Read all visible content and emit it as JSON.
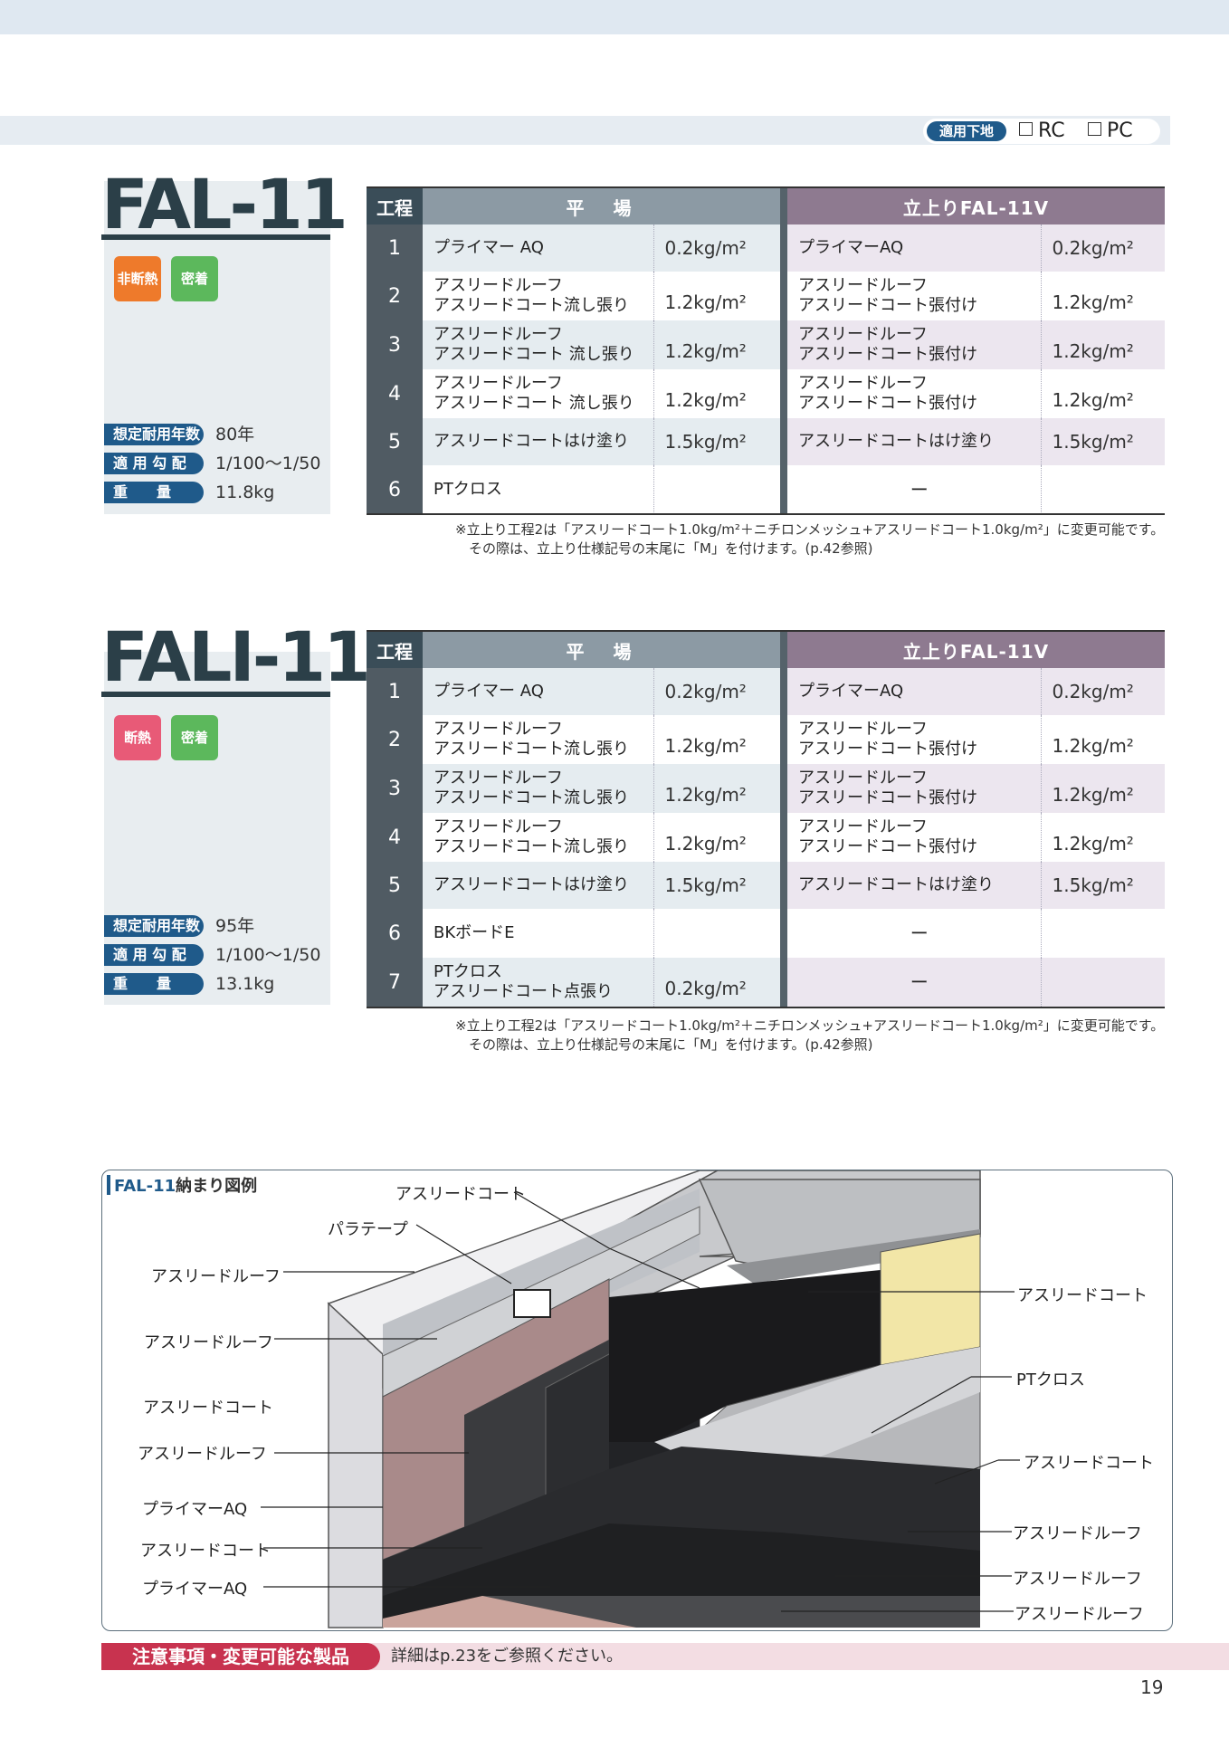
{
  "header": {
    "base_label": "適用下地",
    "options": [
      "RC",
      "PC"
    ]
  },
  "spec1": {
    "title": "FAL-11",
    "badges": [
      "非断熱",
      "密着"
    ],
    "attrs": [
      {
        "label": "想定耐用年数",
        "value": "80年"
      },
      {
        "label": "適 用 勾 配",
        "value": "1/100〜1/50"
      },
      {
        "label": "重　　量",
        "value": "11.8kg"
      }
    ],
    "col_proc": "工程",
    "col_flat": "平　場",
    "col_up": "立上りFAL-11V",
    "rows": [
      {
        "no": "1",
        "flat": "プライマー AQ",
        "flat_qty": "0.2kg/m²",
        "up": "プライマーAQ",
        "up_qty": "0.2kg/m²"
      },
      {
        "no": "2",
        "flat": "アスリードルーフ\nアスリードコート流し張り",
        "flat_qty": "1.2kg/m²",
        "up": "アスリードルーフ\nアスリードコート張付け",
        "up_qty": "1.2kg/m²"
      },
      {
        "no": "3",
        "flat": "アスリードルーフ\nアスリードコート 流し張り",
        "flat_qty": "1.2kg/m²",
        "up": "アスリードルーフ\nアスリードコート張付け",
        "up_qty": "1.2kg/m²"
      },
      {
        "no": "4",
        "flat": "アスリードルーフ\nアスリードコート 流し張り",
        "flat_qty": "1.2kg/m²",
        "up": "アスリードルーフ\nアスリードコート張付け",
        "up_qty": "1.2kg/m²"
      },
      {
        "no": "5",
        "flat": "アスリードコートはけ塗り",
        "flat_qty": "1.5kg/m²",
        "up": "アスリードコートはけ塗り",
        "up_qty": "1.5kg/m²"
      },
      {
        "no": "6",
        "flat": "PTクロス",
        "flat_qty": "",
        "up": "ー",
        "up_qty": ""
      }
    ],
    "note1": "※立上り工程2は「アスリードコート1.0kg/m²＋ニチロンメッシュ+アスリードコート1.0kg/m²」に変更可能です。",
    "note2": "その際は、立上り仕様記号の末尾に「M」を付けます。(p.42参照)"
  },
  "spec2": {
    "title": "FALI-11",
    "badges": [
      "断熱",
      "密着"
    ],
    "attrs": [
      {
        "label": "想定耐用年数",
        "value": "95年"
      },
      {
        "label": "適 用 勾 配",
        "value": "1/100〜1/50"
      },
      {
        "label": "重　　量",
        "value": "13.1kg"
      }
    ],
    "col_proc": "工程",
    "col_flat": "平　場",
    "col_up": "立上りFAL-11V",
    "rows": [
      {
        "no": "1",
        "flat": "プライマー AQ",
        "flat_qty": "0.2kg/m²",
        "up": "プライマーAQ",
        "up_qty": "0.2kg/m²"
      },
      {
        "no": "2",
        "flat": "アスリードルーフ\nアスリードコート流し張り",
        "flat_qty": "1.2kg/m²",
        "up": "アスリードルーフ\nアスリードコート張付け",
        "up_qty": "1.2kg/m²"
      },
      {
        "no": "3",
        "flat": "アスリードルーフ\nアスリードコート流し張り",
        "flat_qty": "1.2kg/m²",
        "up": "アスリードルーフ\nアスリードコート張付け",
        "up_qty": "1.2kg/m²"
      },
      {
        "no": "4",
        "flat": "アスリードルーフ\nアスリードコート流し張り",
        "flat_qty": "1.2kg/m²",
        "up": "アスリードルーフ\nアスリードコート張付け",
        "up_qty": "1.2kg/m²"
      },
      {
        "no": "5",
        "flat": "アスリードコートはけ塗り",
        "flat_qty": "1.5kg/m²",
        "up": "アスリードコートはけ塗り",
        "up_qty": "1.5kg/m²"
      },
      {
        "no": "6",
        "flat": "BKボードE",
        "flat_qty": "",
        "up": "ー",
        "up_qty": ""
      },
      {
        "no": "7",
        "flat": "PTクロス\nアスリードコート点張り",
        "flat_qty": "0.2kg/m²",
        "up": "ー",
        "up_qty": ""
      }
    ],
    "note1": "※立上り工程2は「アスリードコート1.0kg/m²＋ニチロンメッシュ+アスリードコート1.0kg/m²」に変更可能です。",
    "note2": "その際は、立上り仕様記号の末尾に「M」を付けます。(p.42参照)"
  },
  "diagram": {
    "title_code": "FAL-11",
    "title_rest": "納まり図例",
    "labels_left": [
      "アスリードコート",
      "パラテープ",
      "アスリードルーフ",
      "アスリードルーフ",
      "アスリードコート",
      "アスリードルーフ",
      "プライマーAQ",
      "アスリードコート",
      "プライマーAQ"
    ],
    "labels_right": [
      "アスリードコート",
      "PTクロス",
      "アスリードコート",
      "アスリードルーフ",
      "アスリードルーフ",
      "アスリードルーフ"
    ]
  },
  "footer": {
    "label": "注意事項・変更可能な製品",
    "text": "詳細はp.23をご参照ください。",
    "page": "19"
  }
}
